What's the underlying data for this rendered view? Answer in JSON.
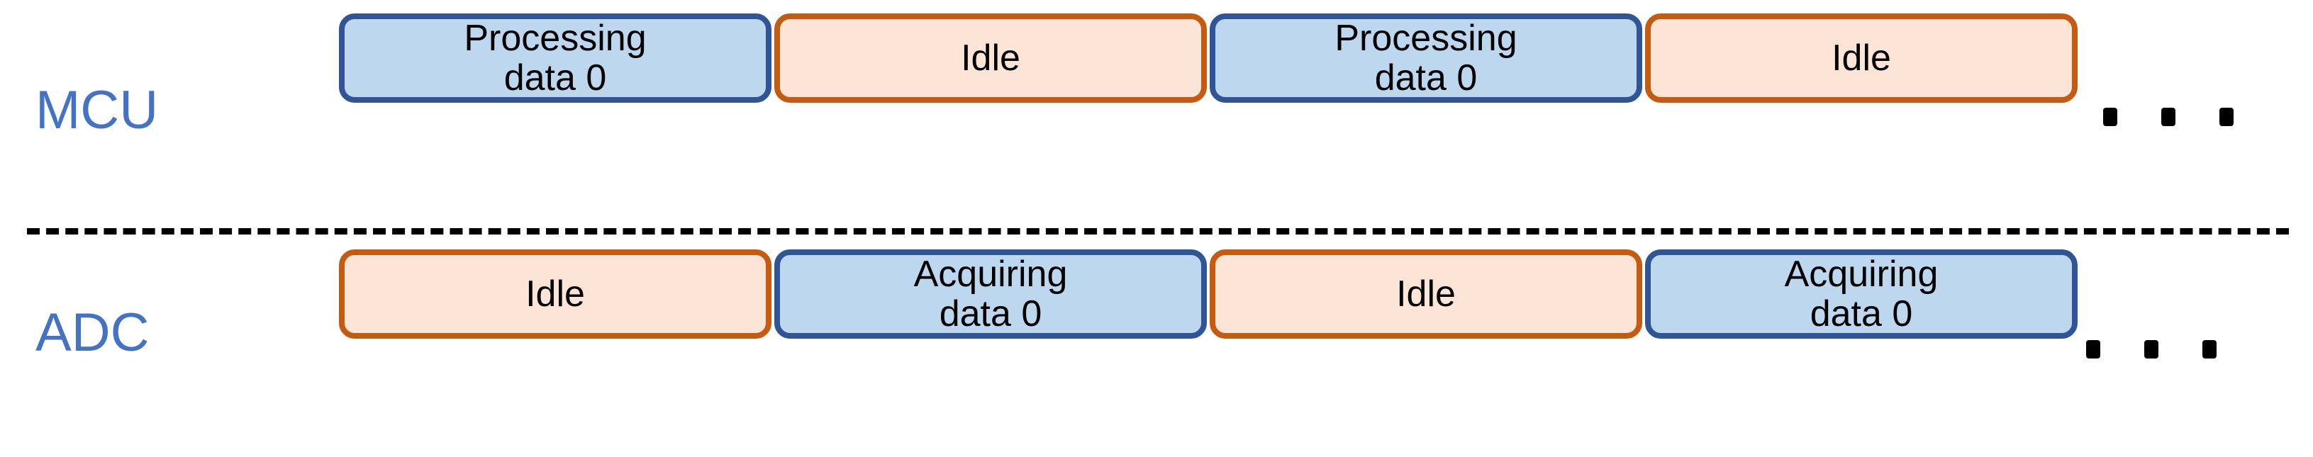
{
  "diagram": {
    "title_text": "",
    "colors": {
      "label_blue": "#4472C4",
      "busy_fill": "#BDD7EE",
      "busy_border": "#2F5597",
      "idle_fill": "#FCE4D6",
      "idle_border": "#C55A11",
      "divider": "#000000",
      "text": "#000000",
      "background": "#FFFFFF"
    },
    "rows": [
      {
        "label": "MCU",
        "blocks": [
          {
            "text": "Processing\ndata 0",
            "state": "busy"
          },
          {
            "text": "Idle",
            "state": "idle"
          },
          {
            "text": "Processing\ndata 0",
            "state": "busy"
          },
          {
            "text": "Idle",
            "state": "idle"
          }
        ],
        "continuation": "• • •"
      },
      {
        "label": "ADC",
        "blocks": [
          {
            "text": "Idle",
            "state": "idle"
          },
          {
            "text": "Acquiring\ndata 0",
            "state": "busy"
          },
          {
            "text": "Idle",
            "state": "idle"
          },
          {
            "text": "Acquiring\ndata 0",
            "state": "busy"
          }
        ],
        "continuation": "• • •"
      }
    ]
  }
}
